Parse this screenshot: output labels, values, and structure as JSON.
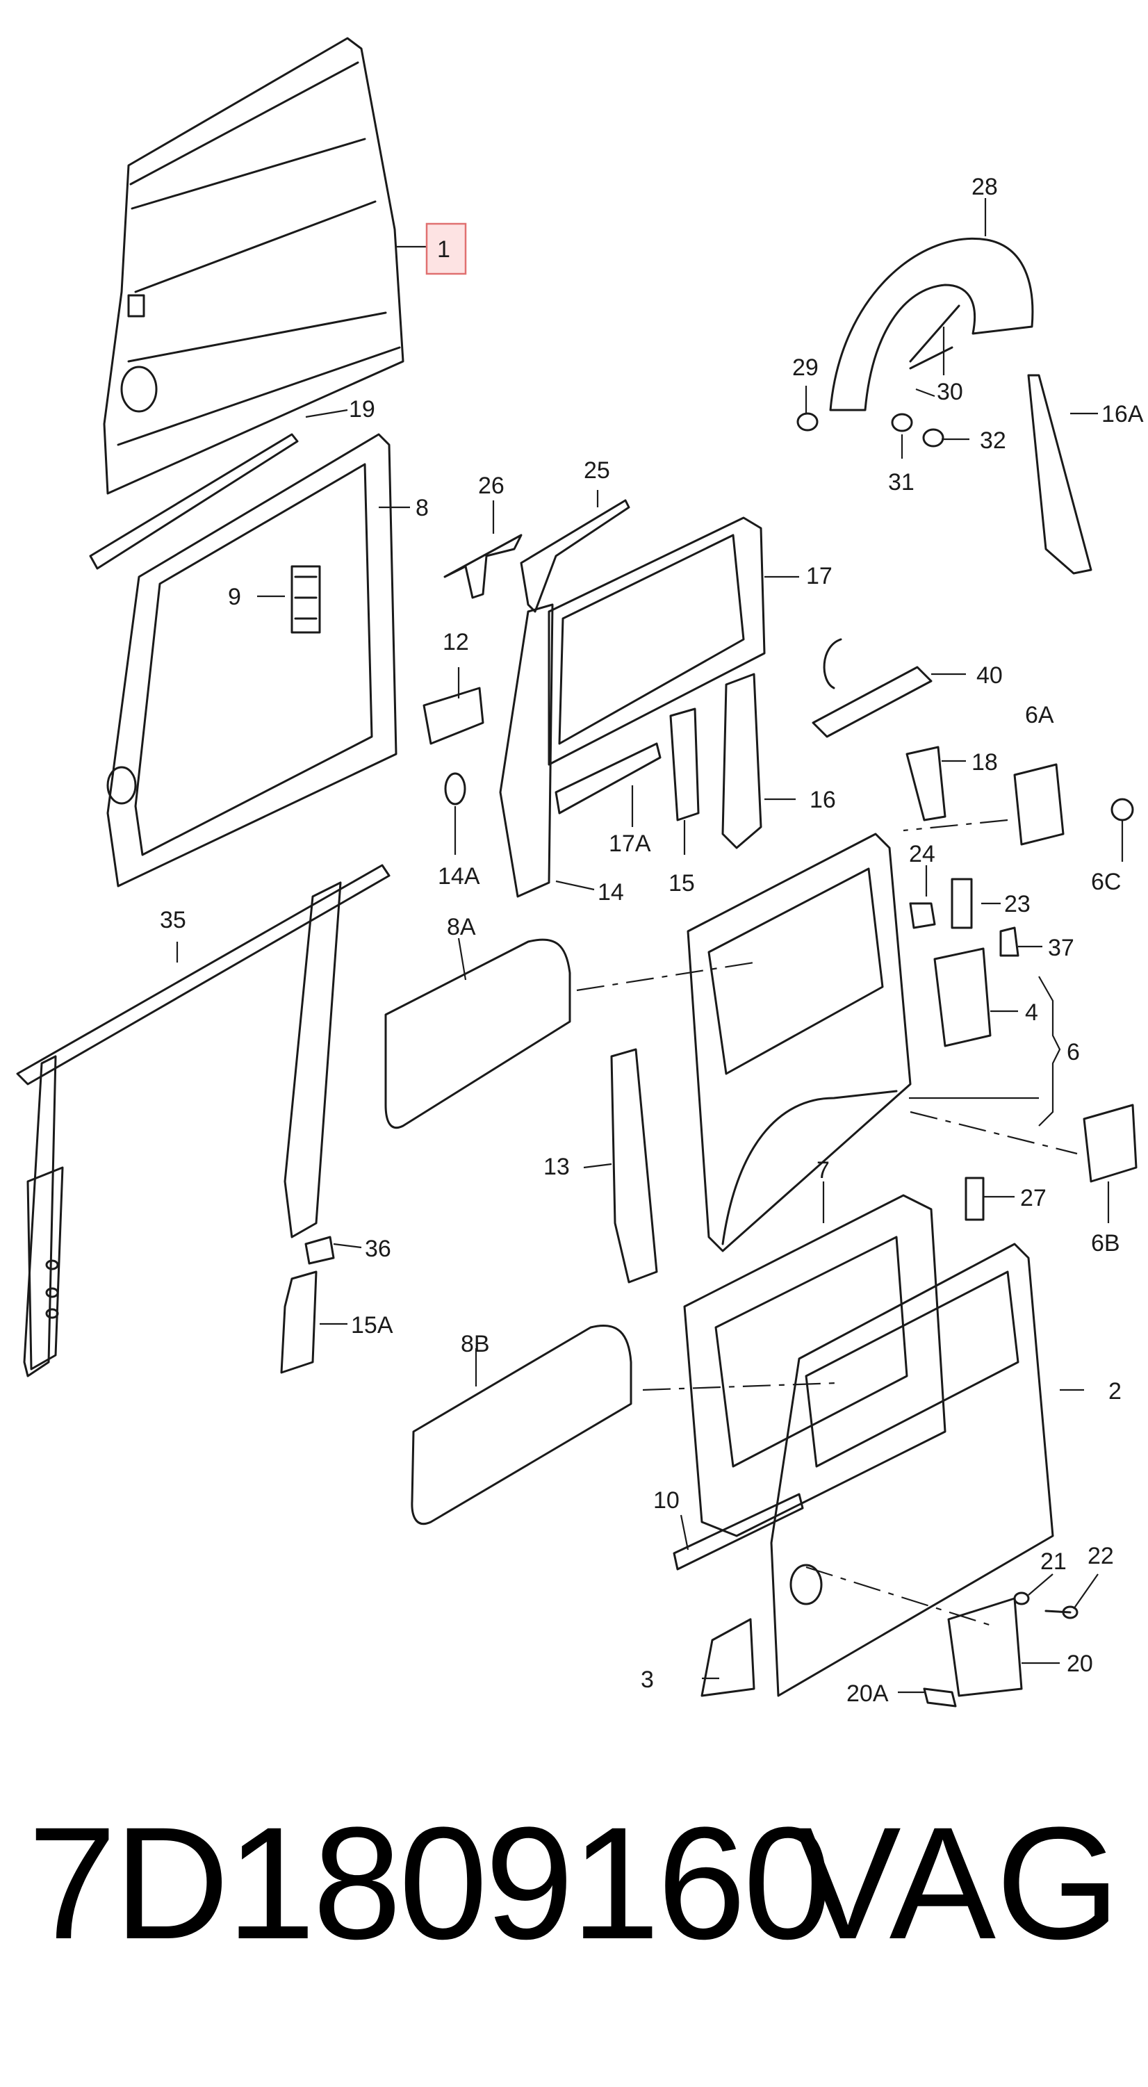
{
  "diagram": {
    "callouts": [
      "1",
      "2",
      "3",
      "4",
      "6",
      "6A",
      "6B",
      "6C",
      "7",
      "8",
      "8A",
      "8B",
      "9",
      "10",
      "12",
      "13",
      "14",
      "14A",
      "15",
      "15A",
      "16",
      "16A",
      "17",
      "17A",
      "18",
      "19",
      "20",
      "20A",
      "21",
      "22",
      "23",
      "24",
      "25",
      "26",
      "27",
      "28",
      "29",
      "30",
      "31",
      "32",
      "35",
      "36",
      "37",
      "40"
    ],
    "highlighted_callout": "1",
    "highlight_color": "#e07070"
  },
  "footer": {
    "part_number": "7D1809160",
    "brand": "VAG"
  }
}
